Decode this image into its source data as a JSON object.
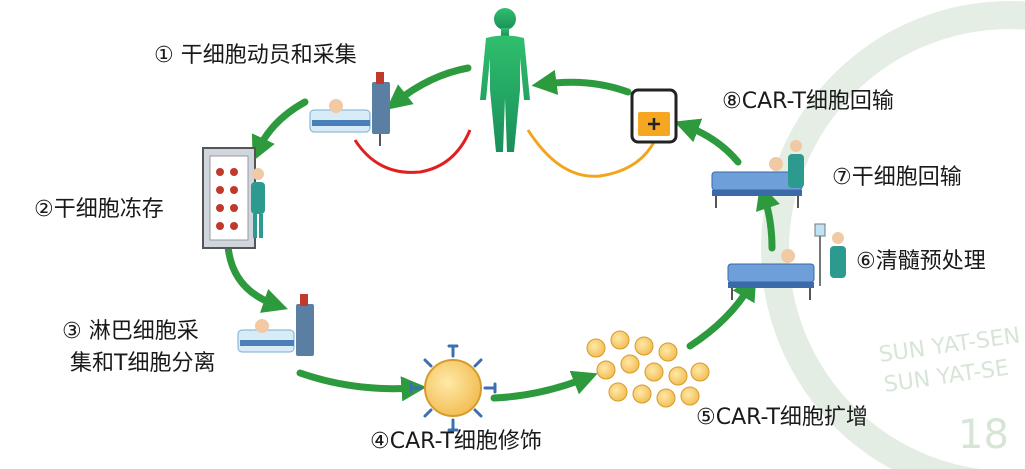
{
  "steps": {
    "s1": "① 干细胞动员和采集",
    "s2": "②干细胞冻存",
    "s3_line1": "③ 淋巴细胞采",
    "s3_line2": "集和T细胞分离",
    "s4": "④CAR-T细胞修饰",
    "s5": "⑤CAR-T细胞扩增",
    "s6": "⑥清髓预处理",
    "s7": "⑦干细胞回输",
    "s8": "⑧CAR-T细胞回输"
  },
  "watermark": {
    "line1": "SUN YAT-SEN M",
    "line2": "SUN YAT-SE",
    "number": "18"
  },
  "colors": {
    "arrow": "#2e9a3e",
    "body_top": "#2fbf6d",
    "body_bottom": "#1a8f5a",
    "red_line": "#e02020",
    "orange_line": "#f2a51a",
    "bag_fill": "#f5a623",
    "watermark": "#d8e6d8"
  }
}
